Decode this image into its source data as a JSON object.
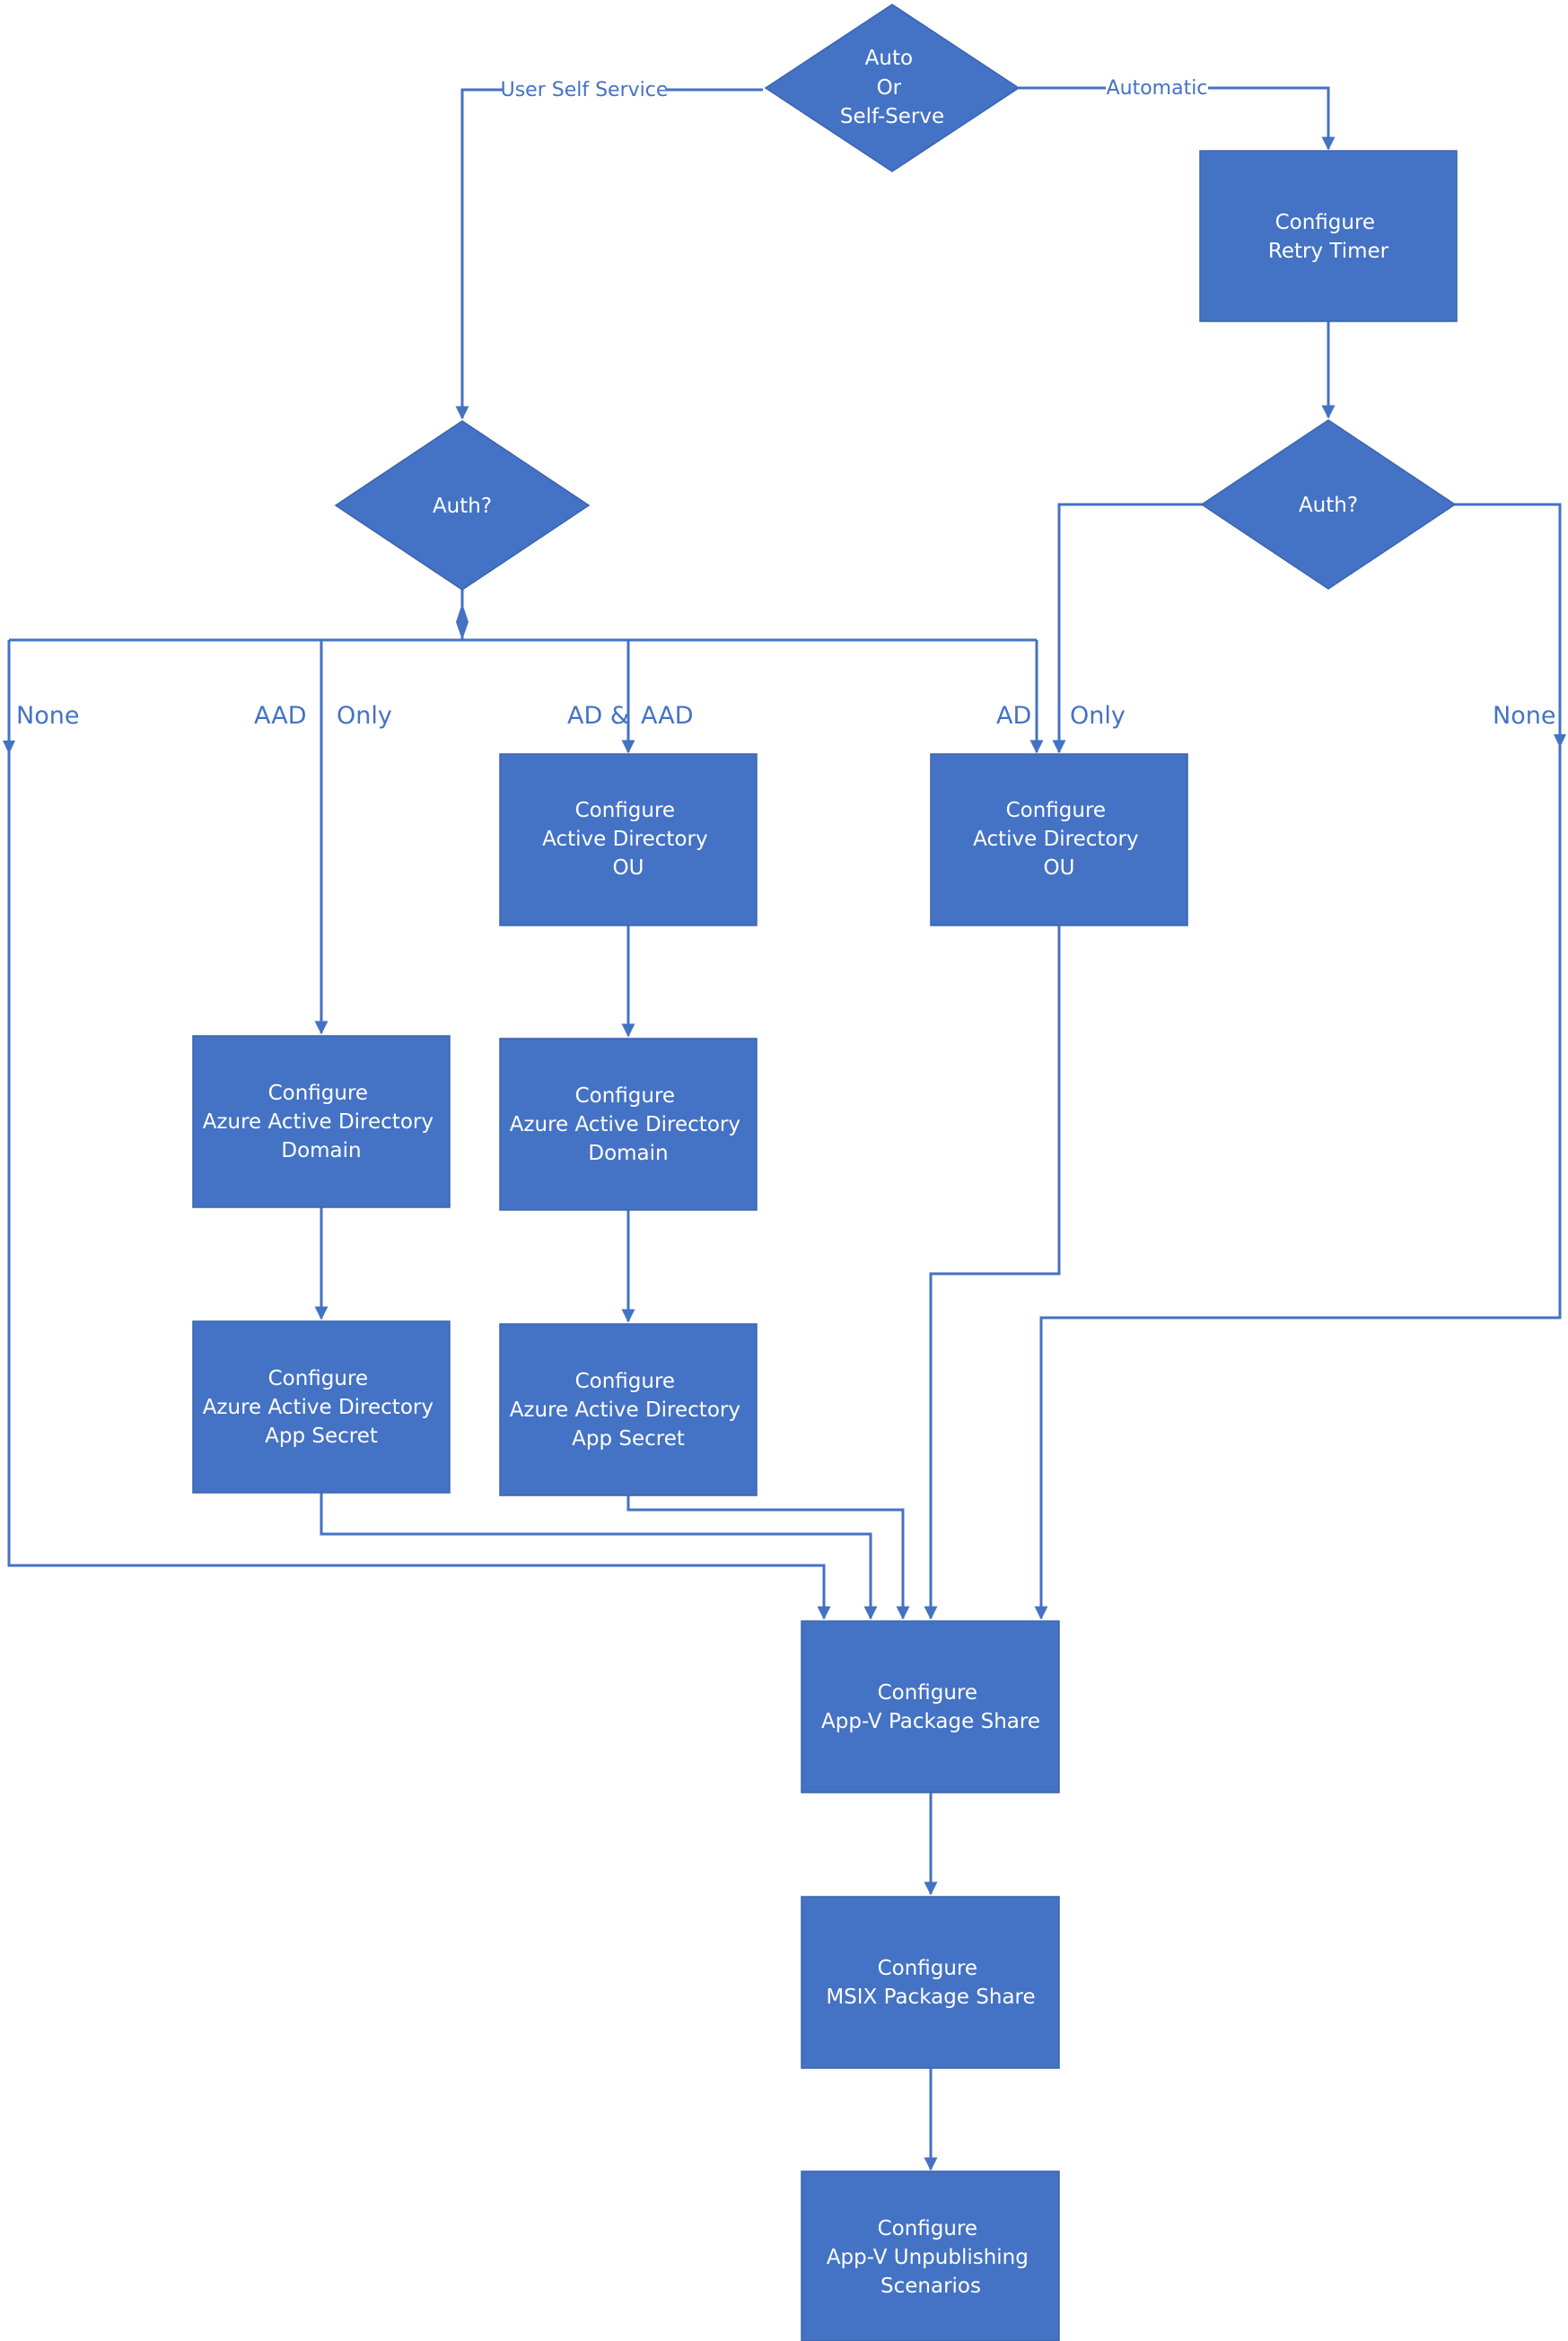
{
  "colors": {
    "shape_fill": "#4472c4",
    "line": "#4472c4",
    "text_on_shape": "#ffffff",
    "background": "#ffffff"
  },
  "nodes": {
    "auto_or_self_serve": {
      "shape": "diamond",
      "lines": [
        "Auto",
        "Or",
        "Self-Serve"
      ]
    },
    "retry_timer": {
      "shape": "rectangle",
      "lines": [
        "Configure",
        "Retry Timer"
      ]
    },
    "auth_left": {
      "shape": "diamond",
      "lines": [
        "Auth?"
      ]
    },
    "auth_right": {
      "shape": "diamond",
      "lines": [
        "Auth?"
      ]
    },
    "ad_ou_center": {
      "shape": "rectangle",
      "lines": [
        "Configure",
        "Active Directory",
        "OU"
      ]
    },
    "ad_ou_right": {
      "shape": "rectangle",
      "lines": [
        "Configure",
        "Active Directory",
        "OU"
      ]
    },
    "aad_domain_left": {
      "shape": "rectangle",
      "lines": [
        "Configure",
        "Azure Active Directory",
        "Domain"
      ]
    },
    "aad_domain_center": {
      "shape": "rectangle",
      "lines": [
        "Configure",
        "Azure Active Directory",
        "Domain"
      ]
    },
    "aad_secret_left": {
      "shape": "rectangle",
      "lines": [
        "Configure",
        "Azure Active Directory",
        "App Secret"
      ]
    },
    "aad_secret_center": {
      "shape": "rectangle",
      "lines": [
        "Configure",
        "Azure Active Directory",
        "App Secret"
      ]
    },
    "appv_share": {
      "shape": "rectangle",
      "lines": [
        "Configure",
        "App-V Package Share"
      ]
    },
    "msix_share": {
      "shape": "rectangle",
      "lines": [
        "Configure",
        "MSIX Package Share"
      ]
    },
    "appv_unpublishing": {
      "shape": "rectangle",
      "lines": [
        "Configure",
        "App-V Unpublishing",
        "Scenarios"
      ]
    }
  },
  "edge_labels": {
    "user_self_service": "User Self Service",
    "automatic": "Automatic",
    "none_left": "None",
    "aad": "AAD",
    "only_left": "Only",
    "ad_and": "AD &",
    "aad_center": "AAD",
    "ad_right": "AD",
    "only_right": "Only",
    "none_right": "None"
  }
}
